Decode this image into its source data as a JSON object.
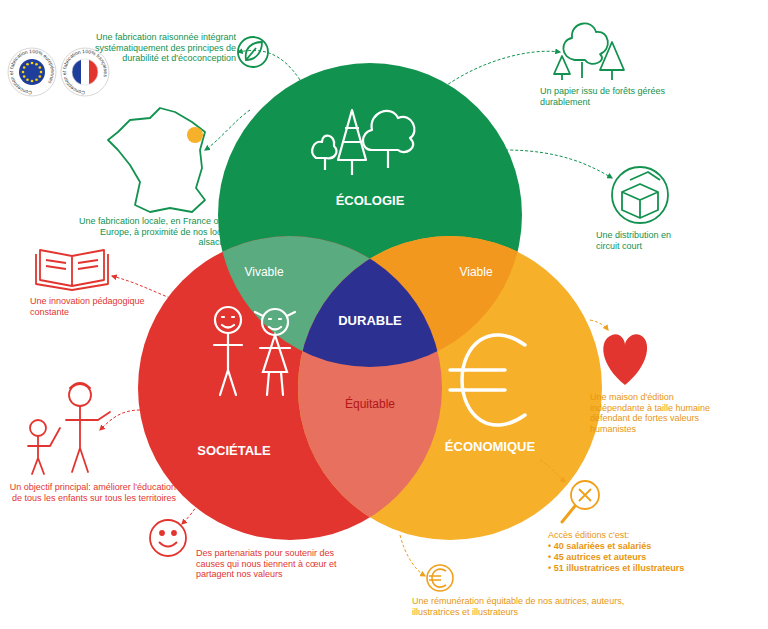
{
  "diagram": {
    "nodes": [
      {
        "text": [
          "ÉCOLOGIE"
        ]
      },
      {
        "text": [
          "Vivable"
        ]
      },
      {
        "text": [
          "Viable"
        ]
      },
      {
        "text": [
          "DURABLE"
        ]
      },
      {
        "text": [
          "Équitable"
        ]
      },
      {
        "text": [
          "SOCIÉTALE"
        ]
      },
      {
        "text": [
          "ÉCONOMIQUE"
        ]
      }
    ],
    "labels": [
      "Une fabrication raisonnée intégrant systématiquement des principes de durabilité et d'écoconception",
      "Conception et fabrication 100% européennes",
      "Conception et fabrication 100% françaises",
      "Une fabrication locale, en France ou en Europe, à proximité de nos locaux alsaciens",
      "Un papier issu de forêts gérées durablement",
      "Une distribution en circuit court",
      "Une innovation pédagogique constante",
      "Une maison d'édition indépendante à taille humaine défendant de fortes valeurs humanistes",
      "Un objectif principal: améliorer l'éducation de tous les enfants sur tous les territoires",
      "Accès éditions c'est:",
      "• 40 salariées et salariés",
      "• 45 autrices et auteurs",
      "• 51 illustratrices et illustrateurs",
      "Des partenariats pour soutenir des causes qui nous tiennent à cœur et partagent nos valeurs",
      "Une rémunération équitable de nos autrices, auteurs, illustratrices et illustrateurs"
    ]
  }
}
